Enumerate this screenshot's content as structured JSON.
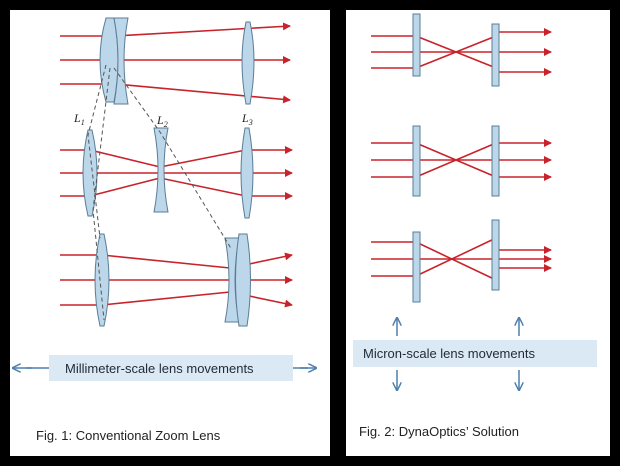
{
  "figure1": {
    "caption": "Fig. 1: Conventional Zoom Lens",
    "band_label": "Millimeter-scale lens movements",
    "lens_labels": [
      {
        "letter": "L",
        "sub": "1"
      },
      {
        "letter": "L",
        "sub": "2"
      },
      {
        "letter": "L",
        "sub": "3"
      }
    ]
  },
  "figure2": {
    "caption": "Fig. 2: DynaOptics’ Solution",
    "band_label": "Micron-scale lens movements"
  },
  "colors": {
    "ray": "#c8232b",
    "lens_fill": "#bcd6ea",
    "lens_stroke": "#5a7d96",
    "band": "#dbe9f4",
    "arrow": "#4f7fae",
    "dash": "#555555"
  }
}
